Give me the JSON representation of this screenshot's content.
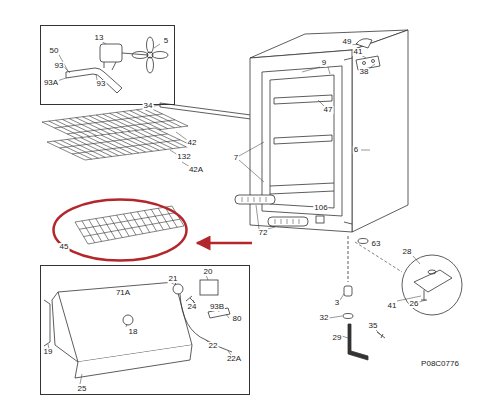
{
  "diagram": {
    "nodes": [
      {
        "text": [
          "13",
          "5",
          "50",
          "93",
          "93",
          "93A"
        ]
      },
      {
        "text": [
          "45"
        ]
      },
      {
        "text": [
          "71A",
          "21",
          "20",
          "24",
          "93B",
          "80",
          "18",
          "22",
          "22A",
          "19",
          "25"
        ]
      }
    ],
    "labels": [
      "49",
      "41",
      "38",
      "9",
      "47",
      "34",
      "42",
      "132",
      "7",
      "6",
      "42A",
      "106",
      "72",
      "63",
      "28",
      "41",
      "26",
      "3",
      "32",
      "29",
      "35",
      "P08C0776"
    ]
  }
}
